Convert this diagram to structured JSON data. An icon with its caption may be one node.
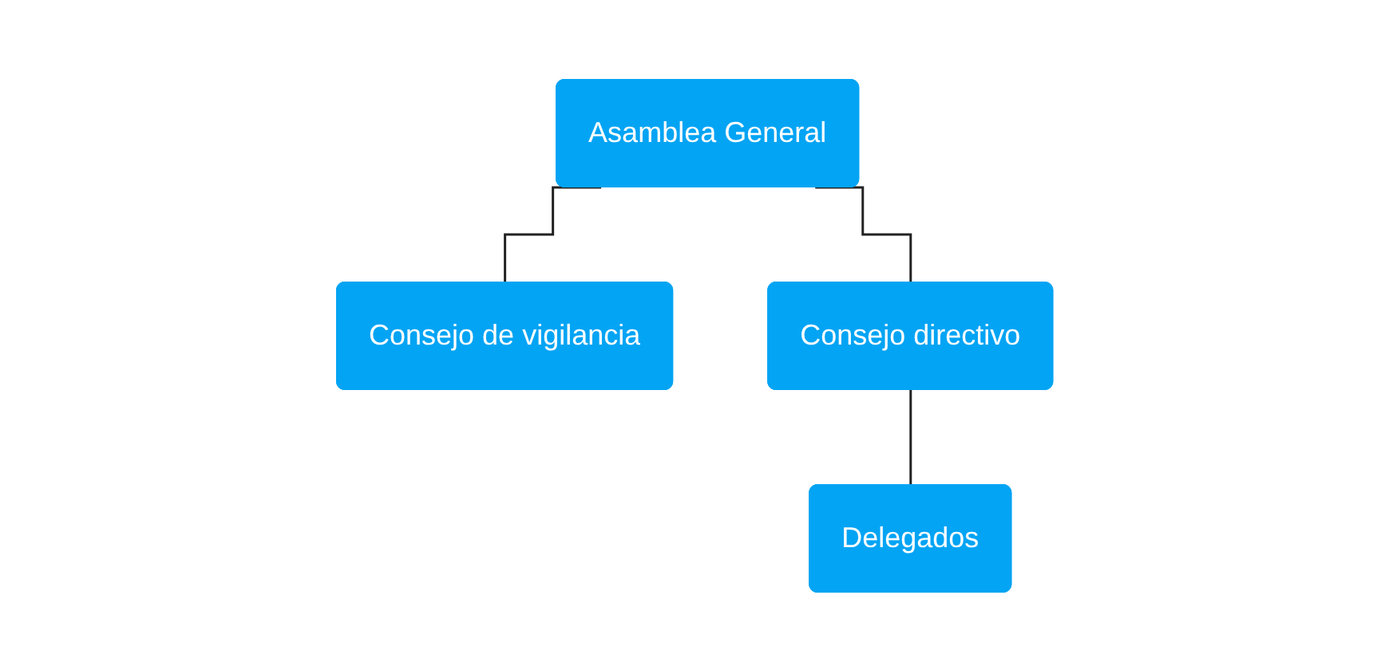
{
  "diagram": {
    "nodes": [
      {
        "text": [
          "Asamblea General"
        ]
      },
      {
        "text": [
          "Consejo de vigilancia"
        ]
      },
      {
        "text": [
          "Consejo directivo"
        ]
      },
      {
        "text": [
          "Delegados"
        ]
      }
    ],
    "edges": [
      {
        "from": 0,
        "to": 1,
        "arrow": "none"
      },
      {
        "from": 0,
        "to": 2,
        "arrow": "none"
      },
      {
        "from": 2,
        "to": 3,
        "arrow": "none"
      }
    ]
  }
}
